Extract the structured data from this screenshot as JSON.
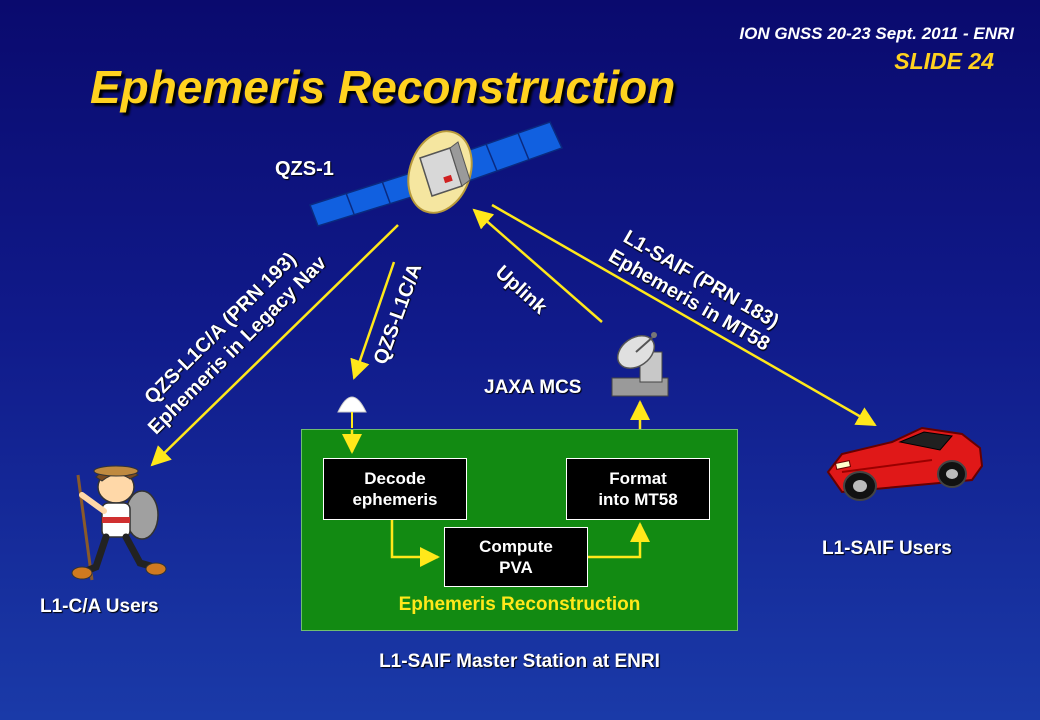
{
  "header": {
    "conference": "ION GNSS 20-23 Sept. 2011 - ENRI",
    "slide_number": "SLIDE 24"
  },
  "title": "Ephemeris Reconstruction",
  "satellite": {
    "label": "QZS-1"
  },
  "links": {
    "legacy_nav": [
      "QZS-L1C/A (PRN 193)",
      "Ephemeris in Legacy Nav"
    ],
    "qzs_l1ca": "QZS-L1C/A",
    "uplink": "Uplink",
    "saif_mt58": [
      "L1-SAIF (PRN 183)",
      "Ephemeris in MT58"
    ]
  },
  "jaxa_mcs": "JAXA MCS",
  "station": {
    "boxes": {
      "decode": [
        "Decode",
        "ephemeris"
      ],
      "compute": [
        "Compute",
        "PVA"
      ],
      "format": [
        "Format",
        "into MT58"
      ]
    },
    "caption": "Ephemeris Reconstruction",
    "name": "L1-SAIF Master Station at ENRI"
  },
  "users": {
    "l1ca": "L1-C/A Users",
    "l1saif": "L1-SAIF Users"
  },
  "colors": {
    "title": "#ffd21f",
    "arrows": "#ffe81a",
    "station_fill": "#128a12",
    "background_top": "#0a0a6e",
    "background_bottom": "#1a3aa8"
  }
}
